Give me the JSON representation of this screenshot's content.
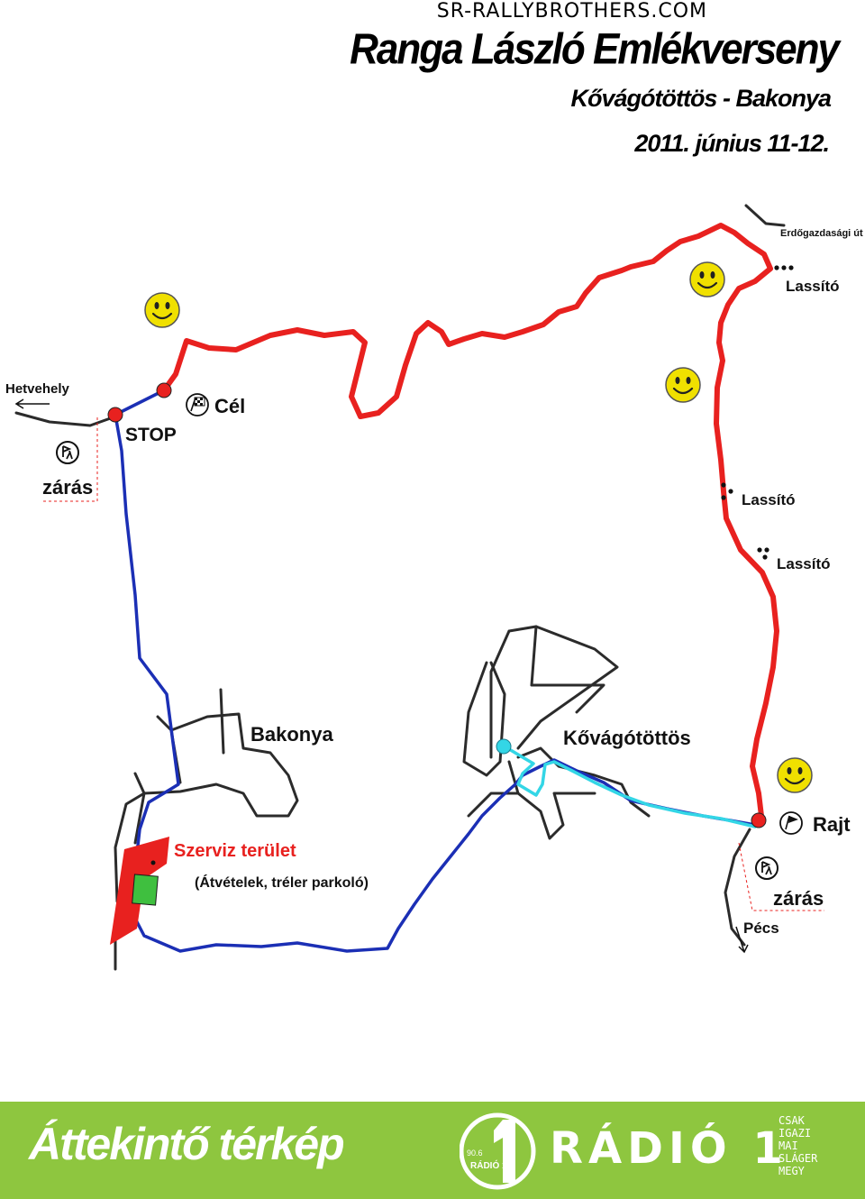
{
  "header": {
    "site": "SR-RALLYBROTHERS.COM",
    "title": "Ranga László Emlékverseny",
    "route": "Kővágótöttös - Bakonya",
    "date": "2011. június 11-12."
  },
  "map": {
    "labels": {
      "forest_road": "Erdőgazdasági út",
      "slowdown_1": "Lassító",
      "slowdown_2": "Lassító",
      "slowdown_3": "Lassító",
      "hetvehely": "Hetvehely",
      "stop": "STOP",
      "finish": "Cél",
      "closure_left": "zárás",
      "closure_right": "zárás",
      "bakonya": "Bakonya",
      "kovagotottos": "Kővágótöttös",
      "service_area": "Szerviz terület",
      "service_note": "(Átvételek, tréler parkoló)",
      "start": "Rajt",
      "pecs": "Pécs"
    },
    "colors": {
      "stage_route": "#e8211f",
      "transfer_route": "#1b2fb5",
      "alt_route": "#33d6e6",
      "roads": "#2b2b2b",
      "service_area": "#e8211f",
      "parking": "#3fbf3f",
      "smiley": "#f0e000"
    }
  },
  "footer": {
    "title": "Áttekintő térkép",
    "radio_freq": "90.6",
    "radio_small": "RÁDIÓ 1",
    "radio_name": "RÁDIÓ 1",
    "slogan": [
      "CSAK",
      "IGAZI",
      "MAI",
      "SLÁGER",
      "MEGY"
    ],
    "brand_color": "#8ec63f"
  }
}
